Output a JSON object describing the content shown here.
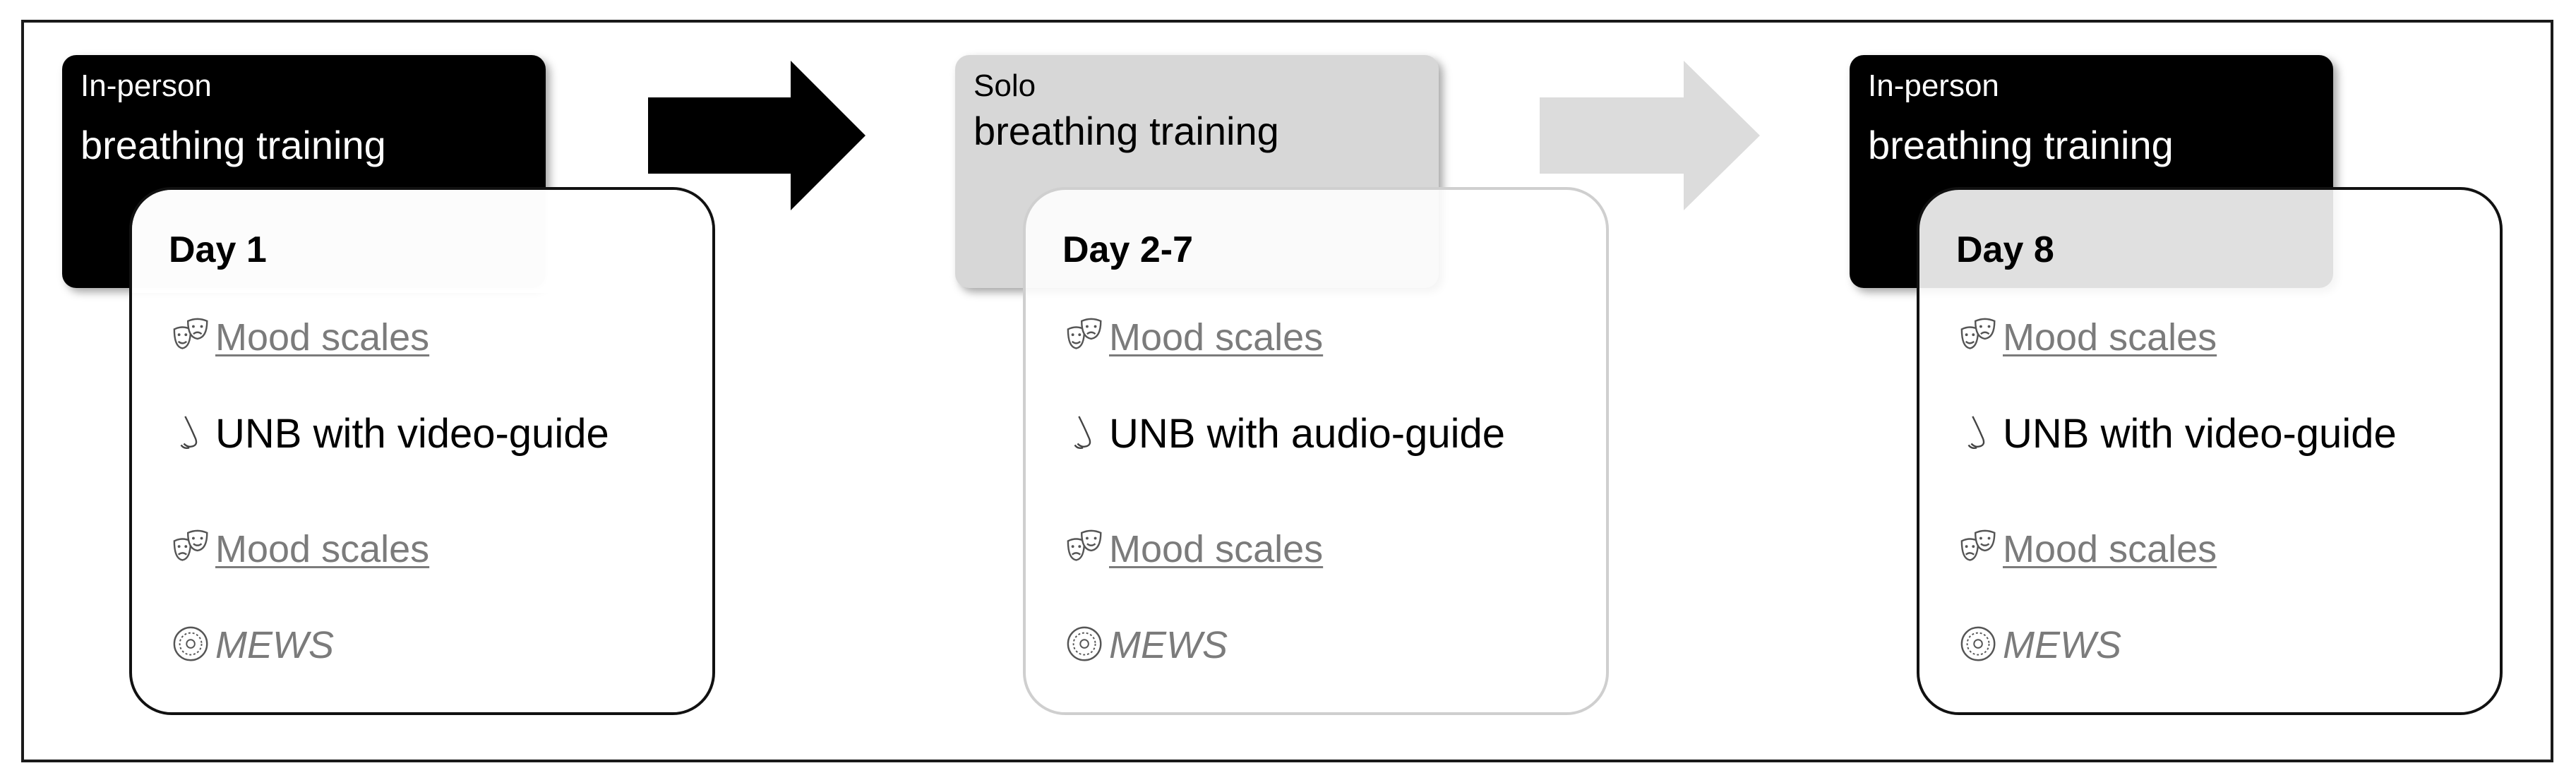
{
  "diagram": {
    "stages": [
      {
        "header_small": "In-person",
        "header_big": "breathing training",
        "day": "Day 1",
        "items": {
          "mood_before": "Mood scales",
          "unb": "UNB with video-guide",
          "mood_after": "Mood scales",
          "mews": "MEWS"
        }
      },
      {
        "header_small": "Solo",
        "header_big": "breathing training",
        "day": "Day 2-7",
        "items": {
          "mood_before": "Mood scales",
          "unb": "UNB with audio-guide",
          "mood_after": "Mood scales",
          "mews": "MEWS"
        }
      },
      {
        "header_small": "In-person",
        "header_big": "breathing training",
        "day": "Day 8",
        "items": {
          "mood_before": "Mood scales",
          "unb": "UNB with video-guide",
          "mood_after": "Mood scales",
          "mews": "MEWS"
        }
      }
    ],
    "arrows": [
      {
        "color": "#000000"
      },
      {
        "color": "#dcdcdc"
      }
    ],
    "colors": {
      "in_person_header": "#000000",
      "solo_header": "#d7d7d7",
      "muted_text": "#7b7b7b"
    },
    "icons": [
      "theater-masks-icon",
      "nose-icon",
      "mews-scale-icon"
    ]
  }
}
